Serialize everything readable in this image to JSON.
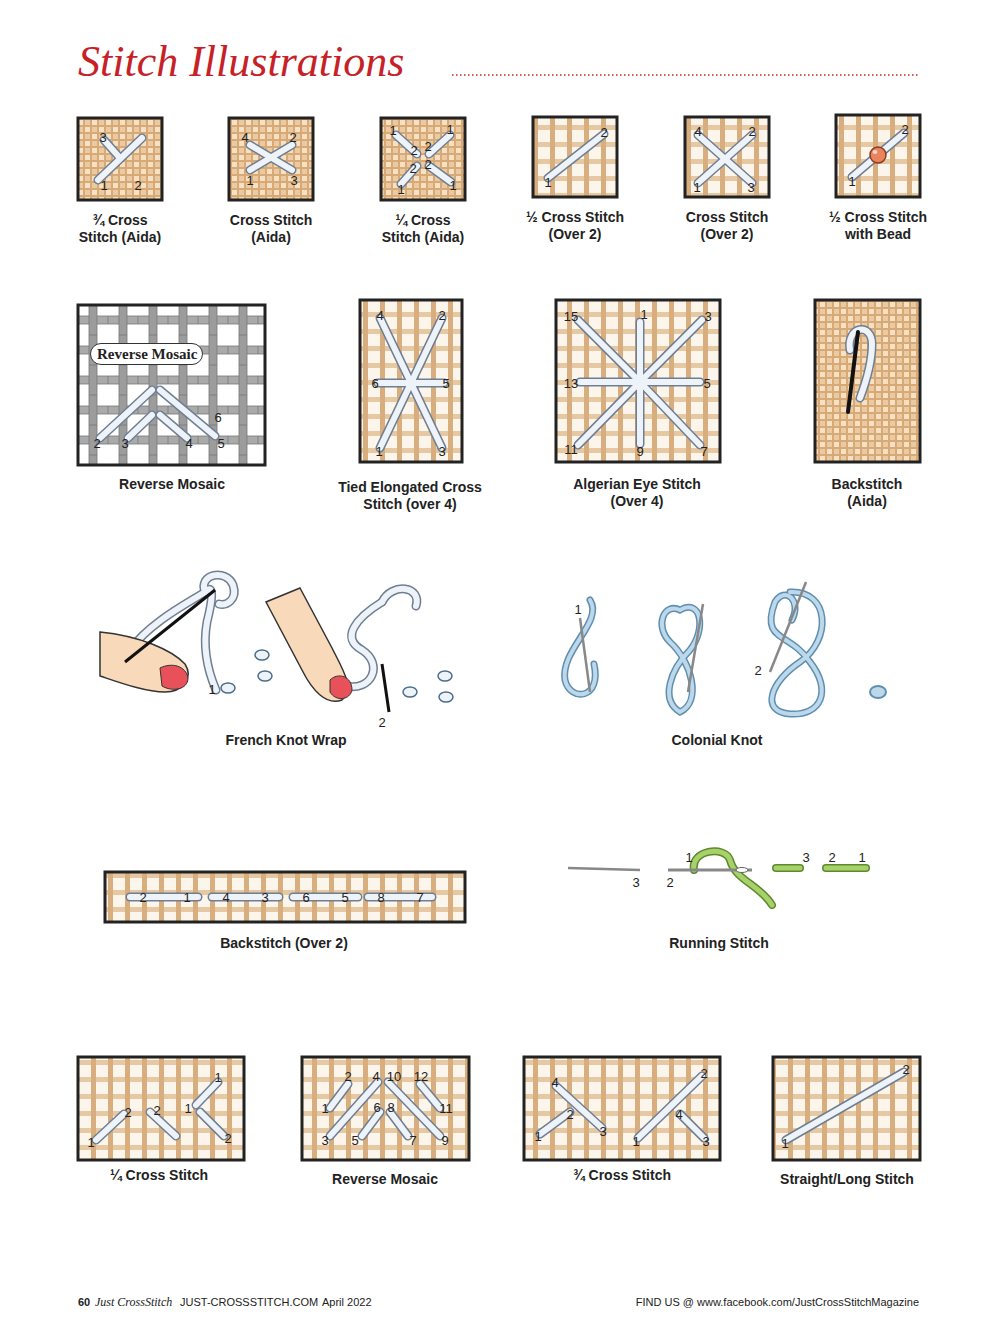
{
  "diagram": {
    "title": "Stitch Illustrations",
    "nodes": [
      {
        "text": [
          "Reverse Mosaic"
        ]
      }
    ],
    "labels": [
      "3",
      "1",
      "2",
      "¾ Cross Stitch (Aida)",
      "4",
      "2",
      "1",
      "3",
      "Cross Stitch (Aida)",
      "1",
      "1",
      "2",
      "2",
      "2",
      "2",
      "1",
      "1",
      "¼ Cross Stitch (Aida)",
      "2",
      "1",
      "½ Cross Stitch (Over 2)",
      "4",
      "2",
      "1",
      "3",
      "Cross Stitch (Over 2)",
      "2",
      "1",
      "½ Cross Stitch with Bead",
      "6",
      "2",
      "3",
      "4",
      "5",
      "Reverse Mosaic",
      "4",
      "2",
      "6",
      "5",
      "1",
      "3",
      "Tied Elongated Cross Stitch (over 4)",
      "15",
      "1",
      "3",
      "13",
      "5",
      "11",
      "9",
      "7",
      "Algerian Eye Stitch (Over 4)",
      "Backstitch (Aida)",
      "1",
      "2",
      "French Knot Wrap",
      "1",
      "2",
      "Colonial Knot",
      "2",
      "1",
      "4",
      "3",
      "6",
      "5",
      "8",
      "7",
      "Backstitch (Over 2)",
      "3",
      "1",
      "2",
      "3",
      "2",
      "1",
      "Running Stitch",
      "1",
      "2",
      "2",
      "1",
      "1",
      "2",
      "¼ Cross Stitch",
      "2",
      "4",
      "10",
      "12",
      "1",
      "6",
      "8",
      "11",
      "3",
      "5",
      "7",
      "9",
      "Reverse Mosaic",
      "4",
      "2",
      "2",
      "4",
      "3",
      "1",
      "1",
      "3",
      "¾ Cross Stitch",
      "2",
      "1",
      "Straight/Long Stitch",
      "60",
      "Just CrossStitch",
      "JUST-CROSSSTITCH.COM",
      "April 2022",
      "FIND US @ www.facebook.com/JustCrossStitchMagazine"
    ]
  }
}
